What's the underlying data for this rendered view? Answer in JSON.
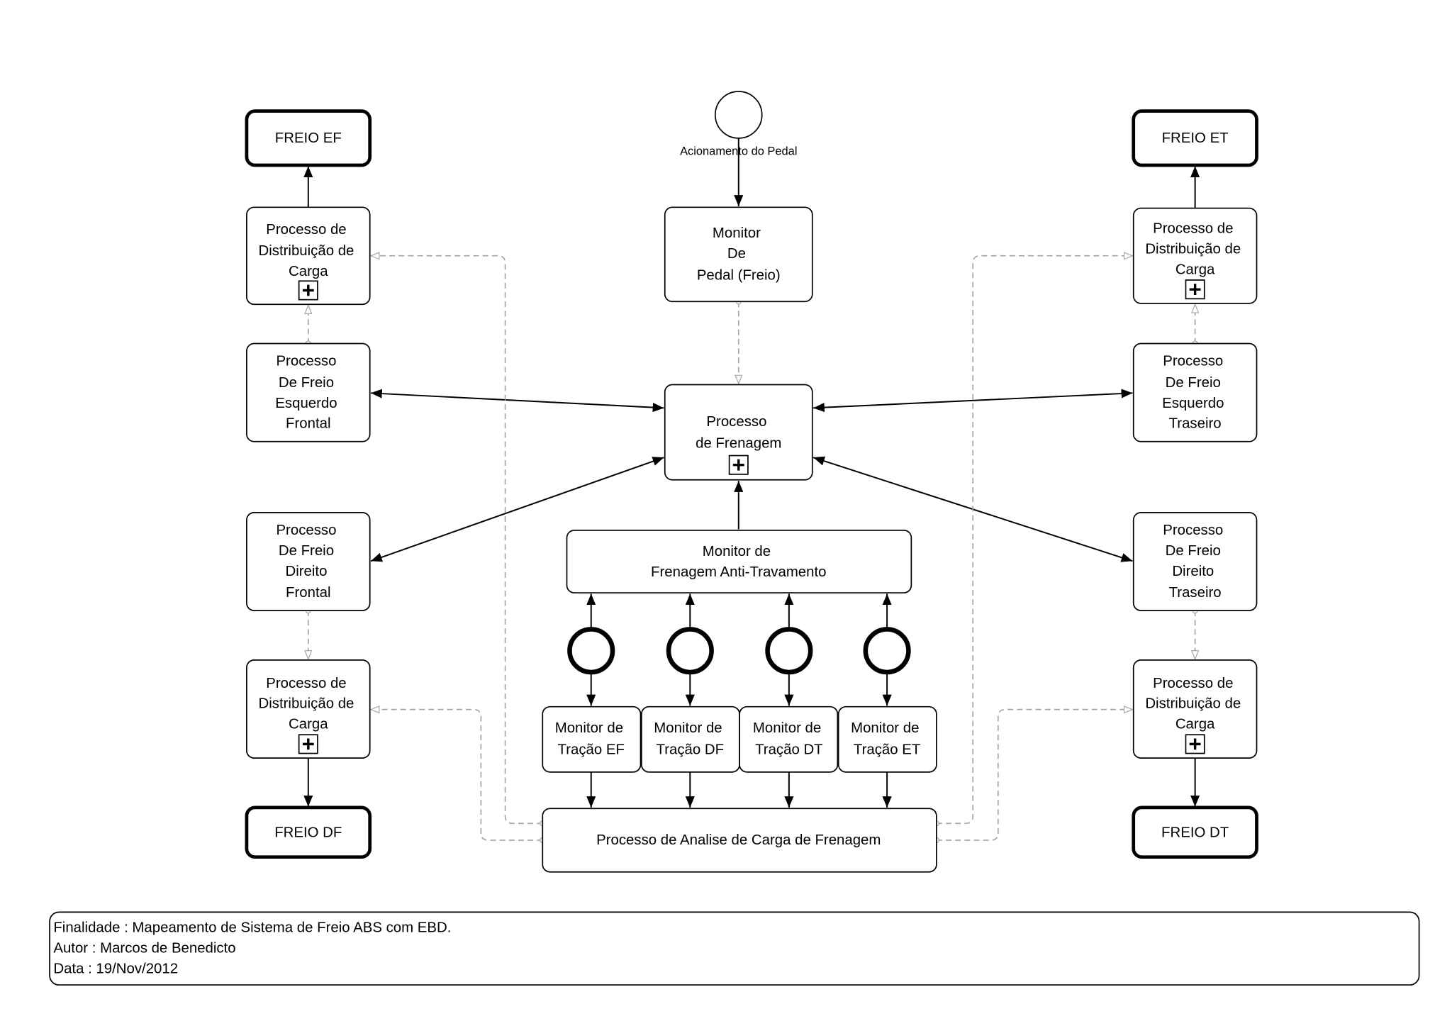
{
  "colors": {
    "line": "#000000",
    "dashed": "#a6a6a6",
    "background": "#ffffff"
  },
  "diagram": {
    "start_event": {
      "label": "Acionamento do Pedal"
    },
    "monitor_pedal": {
      "lines": [
        "Monitor",
        "De",
        "Pedal (Freio)"
      ]
    },
    "processo_frenagem": {
      "lines": [
        "Processo",
        "de Frenagem"
      ],
      "marker": "plus-icon"
    },
    "monitor_anti_travamento": {
      "lines": [
        "Monitor de",
        "Frenagem Anti-Travamento"
      ]
    },
    "monitores_tracao": [
      {
        "lines": [
          "Monitor de",
          "Tração EF"
        ]
      },
      {
        "lines": [
          "Monitor de",
          "Tração DF"
        ]
      },
      {
        "lines": [
          "Monitor de",
          "Tração DT"
        ]
      },
      {
        "lines": [
          "Monitor de",
          "Tração ET"
        ]
      }
    ],
    "processo_analise": {
      "label": "Processo de Analise de Carga de Frenagem"
    },
    "freios": {
      "ef": "FREIO EF",
      "et": "FREIO ET",
      "df": "FREIO DF",
      "dt": "FREIO DT"
    },
    "distribuicao": {
      "ef": {
        "lines": [
          "Processo de",
          "Distribuição de",
          "Carga"
        ],
        "marker": "plus-icon"
      },
      "df": {
        "lines": [
          "Processo de",
          "Distribuição de",
          "Carga"
        ],
        "marker": "plus-icon"
      },
      "et": {
        "lines": [
          "Processo de",
          "Distribuição de",
          "Carga"
        ],
        "marker": "plus-icon"
      },
      "dt": {
        "lines": [
          "Processo de",
          "Distribuição de",
          "Carga"
        ],
        "marker": "plus-icon"
      }
    },
    "processos_freio": {
      "esquerdo_frontal": {
        "lines": [
          "Processo",
          "De Freio",
          "Esquerdo",
          "Frontal"
        ]
      },
      "direito_frontal": {
        "lines": [
          "Processo",
          "De Freio",
          "Direito",
          "Frontal"
        ]
      },
      "esquerdo_traseiro": {
        "lines": [
          "Processo",
          "De Freio",
          "Esquerdo",
          "Traseiro"
        ]
      },
      "direito_traseiro": {
        "lines": [
          "Processo",
          "De Freio",
          "Direito",
          "Traseiro"
        ]
      }
    }
  },
  "footer": {
    "lines": [
      "Finalidade : Mapeamento de Sistema de Freio ABS com EBD.",
      "Autor : Marcos de Benedicto",
      "Data : 19/Nov/2012"
    ]
  }
}
